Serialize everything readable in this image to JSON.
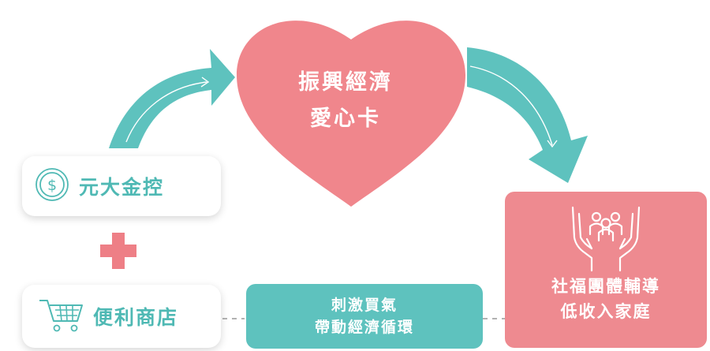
{
  "heart": {
    "line1": "振興經濟",
    "line2": "愛心卡"
  },
  "sponsor_box": {
    "label": "元大金控",
    "icon": "dollar-coin-icon"
  },
  "store_box": {
    "label": "便利商店",
    "icon": "shopping-cart-icon"
  },
  "middle_box": {
    "line1": "刺激買氣",
    "line2": "帶動經濟循環"
  },
  "recipient_box": {
    "line1": "社福團體輔導",
    "line2": "低收入家庭",
    "icon": "hands-people-icon"
  },
  "colors": {
    "teal": "#5ec2be",
    "teal_text": "#4fb9b4",
    "pink": "#ee8a90",
    "heart": "#f0868c",
    "plus": "#ee7f86",
    "dash": "#999999"
  }
}
